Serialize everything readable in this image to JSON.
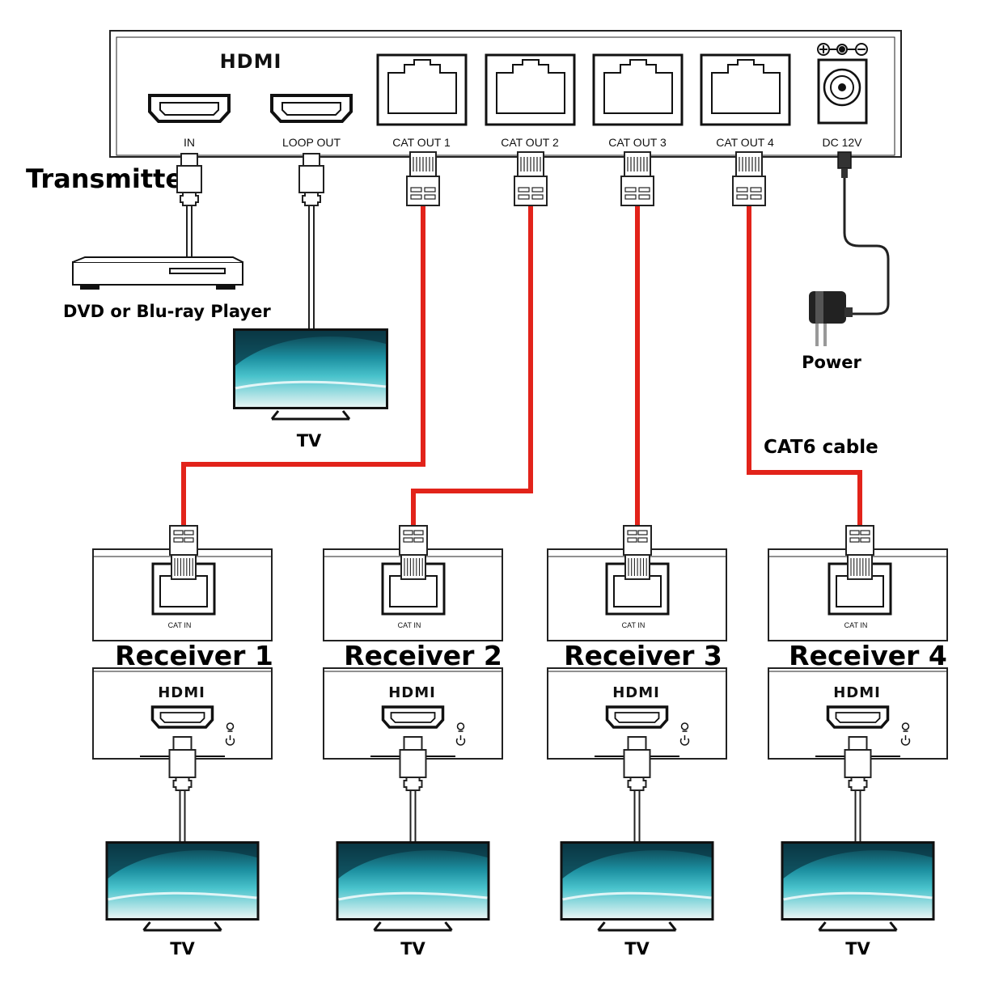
{
  "transmitter": {
    "brand": "HDMI",
    "label": "Transmitter",
    "ports": {
      "in": "IN",
      "loop_out": "LOOP OUT",
      "cat_out_1": "CAT OUT 1",
      "cat_out_2": "CAT OUT 2",
      "cat_out_3": "CAT OUT 3",
      "cat_out_4": "CAT OUT 4",
      "dc": "DC 12V"
    }
  },
  "source": {
    "label": "DVD or Blu-ray Player"
  },
  "loop_tv": {
    "label": "TV"
  },
  "power": {
    "label": "Power"
  },
  "cable": {
    "label": "CAT6 cable",
    "color": "#e2231a"
  },
  "receivers": [
    {
      "name": "Receiver 1",
      "cat_in": "CAT IN",
      "brand": "HDMI",
      "tv": "TV"
    },
    {
      "name": "Receiver 2",
      "cat_in": "CAT IN",
      "brand": "HDMI",
      "tv": "TV"
    },
    {
      "name": "Receiver 3",
      "cat_in": "CAT IN",
      "brand": "HDMI",
      "tv": "TV"
    },
    {
      "name": "Receiver 4",
      "cat_in": "CAT IN",
      "brand": "HDMI",
      "tv": "TV"
    }
  ]
}
